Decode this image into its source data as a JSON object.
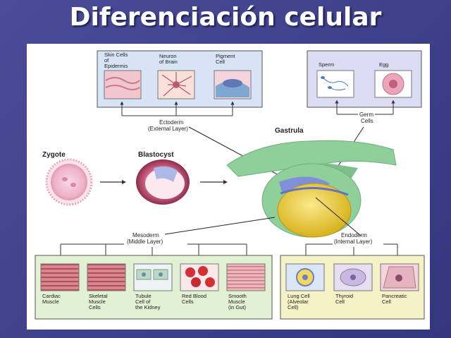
{
  "title": "Diferenciación celular",
  "ectoderm": {
    "label1": "Ectoderm",
    "label2": "(External Layer)",
    "cells": [
      {
        "l1": "Skin Cells",
        "l2": "of",
        "l3": "Epidermis"
      },
      {
        "l1": "Neuron",
        "l2": "of Brain",
        "l3": ""
      },
      {
        "l1": "Pigment",
        "l2": "Cell",
        "l3": ""
      }
    ]
  },
  "germ": {
    "label1": "Germ",
    "label2": "Cells",
    "cells": [
      {
        "l1": "Sperm"
      },
      {
        "l1": "Egg"
      }
    ]
  },
  "stages": {
    "zygote": "Zygote",
    "blastocyst": "Blastocyst",
    "gastrula": "Gastrula"
  },
  "mesoderm": {
    "label1": "Mesoderm",
    "label2": "(Middle Layer)",
    "cells": [
      {
        "l1": "Cardiac",
        "l2": "Muscle",
        "l3": ""
      },
      {
        "l1": "Skeletal",
        "l2": "Muscle",
        "l3": "Cells"
      },
      {
        "l1": "Tubule",
        "l2": "Cell of",
        "l3": "the Kidney"
      },
      {
        "l1": "Red Blood",
        "l2": "Cells",
        "l3": ""
      },
      {
        "l1": "Smooth",
        "l2": "Muscle",
        "l3": "(in Gut)"
      }
    ]
  },
  "endoderm": {
    "label1": "Endoderm",
    "label2": "(Internal Layer)",
    "cells": [
      {
        "l1": "Lung Cell",
        "l2": "(Alveolar",
        "l3": "Cell)"
      },
      {
        "l1": "Thyroid",
        "l2": "Cell",
        "l3": ""
      },
      {
        "l1": "Pancreatic",
        "l2": "Cell",
        "l3": ""
      }
    ]
  },
  "colors": {
    "blue_box": "#d7e4f5",
    "purple_box": "#dcdcf5",
    "green_box": "#e2f0d4",
    "yellow_box": "#f6f2c8",
    "gastrula_green": "#8fcf9a",
    "endo_yellow": "#f0cf3c"
  }
}
